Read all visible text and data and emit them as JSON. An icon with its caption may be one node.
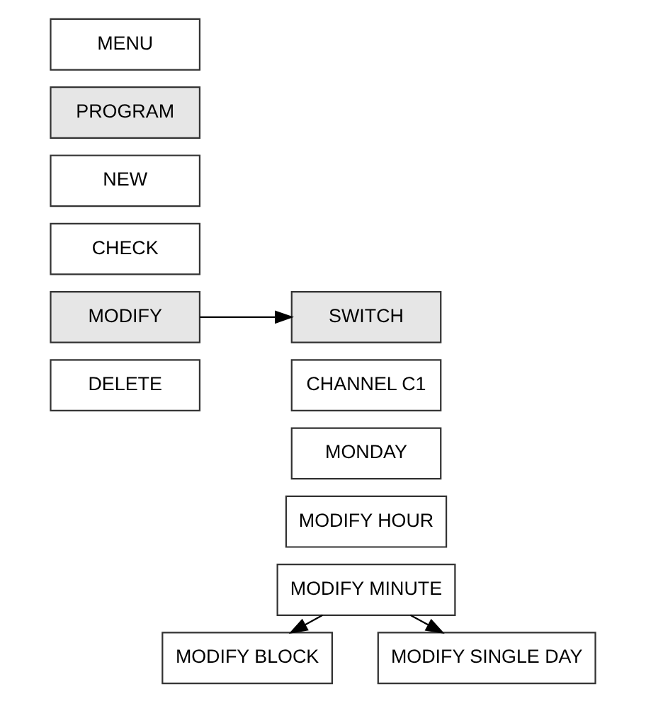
{
  "diagram": {
    "nodes": [
      {
        "text": [
          "MENU"
        ]
      },
      {
        "text": [
          "PROGRAM"
        ]
      },
      {
        "text": [
          "NEW"
        ]
      },
      {
        "text": [
          "CHECK"
        ]
      },
      {
        "text": [
          "MODIFY"
        ]
      },
      {
        "text": [
          "DELETE"
        ]
      },
      {
        "text": [
          "SWITCH"
        ]
      },
      {
        "text": [
          "CHANNEL C1"
        ]
      },
      {
        "text": [
          "MONDAY"
        ]
      },
      {
        "text": [
          "MODIFY HOUR"
        ]
      },
      {
        "text": [
          "MODIFY MINUTE"
        ]
      },
      {
        "text": [
          "MODIFY BLOCK"
        ]
      },
      {
        "text": [
          "MODIFY SINGLE DAY"
        ]
      }
    ],
    "edges": [
      {
        "from": 4,
        "to": 6,
        "arrow": "to"
      },
      {
        "from": 10,
        "to": 11,
        "arrow": "to"
      },
      {
        "from": 10,
        "to": 12,
        "arrow": "to"
      }
    ]
  }
}
